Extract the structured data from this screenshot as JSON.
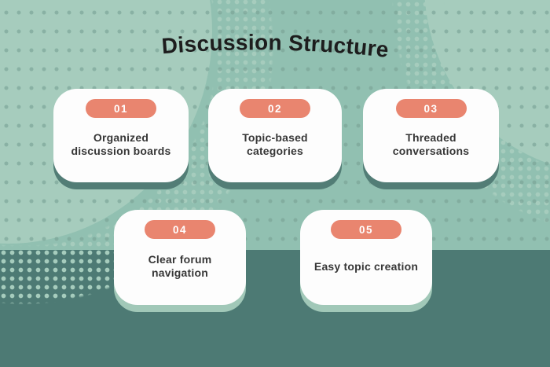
{
  "title": "Discussion Structure",
  "colors": {
    "background": "#91c0b1",
    "band": "#4d7a74",
    "card": "#fdfdfd",
    "badge": "#e9856f",
    "badge_text": "#ffffff",
    "shadow_dark": "#527d76",
    "shadow_light": "#a1c8b8",
    "title_text": "#1d1d1d",
    "card_text": "#373737",
    "dot": "#7aa396",
    "blob": "#a6ccbd"
  },
  "cards": [
    {
      "number": "01",
      "label": "Organized discussion boards",
      "label_lines": [
        "Organized",
        "discussion boards"
      ]
    },
    {
      "number": "02",
      "label": "Topic-based categories",
      "label_lines": [
        "Topic-based",
        "categories"
      ]
    },
    {
      "number": "03",
      "label": "Threaded conversations",
      "label_lines": [
        "Threaded",
        "conversations"
      ]
    },
    {
      "number": "04",
      "label": "Clear forum navigation",
      "label_lines": [
        "Clear forum",
        "navigation"
      ]
    },
    {
      "number": "05",
      "label": "Easy topic creation",
      "label_lines": [
        "Easy topic creation"
      ]
    }
  ]
}
